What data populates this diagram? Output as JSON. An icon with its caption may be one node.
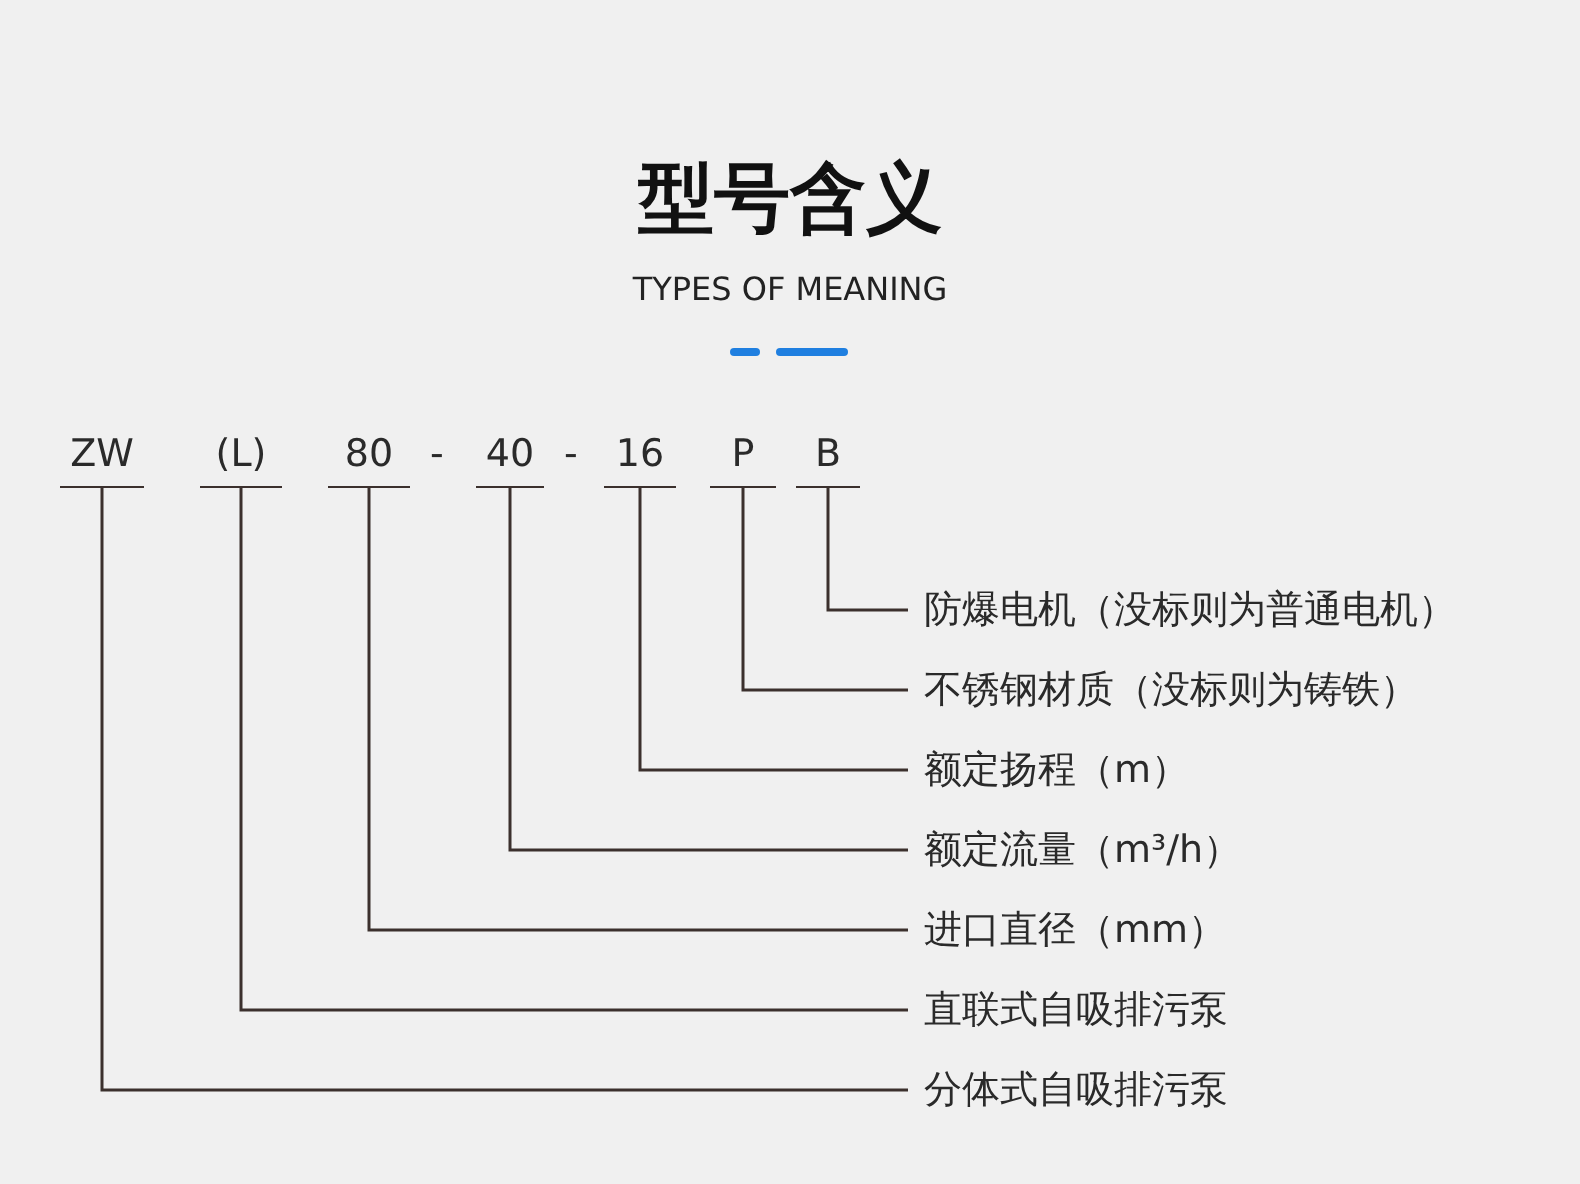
{
  "diagram": {
    "title": "型号含义",
    "nodes": [
      {
        "text": [
          "ZW"
        ]
      },
      {
        "text": [
          "(L)"
        ]
      },
      {
        "text": [
          "80"
        ]
      },
      {
        "text": [
          "40"
        ]
      },
      {
        "text": [
          "16"
        ]
      },
      {
        "text": [
          "P"
        ]
      },
      {
        "text": [
          "B"
        ]
      },
      {
        "text": [
          "防爆电机（没标则为普通电机）"
        ]
      },
      {
        "text": [
          "不锈钢材质（没标则为铸铁）"
        ]
      },
      {
        "text": [
          "额定扬程（m）"
        ]
      },
      {
        "text": [
          "额定流量（m³/h）"
        ]
      },
      {
        "text": [
          "进口直径（mm）"
        ]
      },
      {
        "text": [
          "直联式自吸排污泵"
        ]
      },
      {
        "text": [
          "分体式自吸排污泵"
        ]
      }
    ],
    "edges": [
      {
        "from": 0,
        "to": 13,
        "arrow": "none"
      },
      {
        "from": 1,
        "to": 12,
        "arrow": "none"
      },
      {
        "from": 2,
        "to": 11,
        "arrow": "none"
      },
      {
        "from": 3,
        "to": 10,
        "arrow": "none"
      },
      {
        "from": 4,
        "to": 9,
        "arrow": "none"
      },
      {
        "from": 5,
        "to": 8,
        "arrow": "none"
      },
      {
        "from": 6,
        "to": 7,
        "arrow": "none"
      }
    ],
    "labels": [
      "TYPES OF MEANING",
      "-",
      "-"
    ]
  }
}
